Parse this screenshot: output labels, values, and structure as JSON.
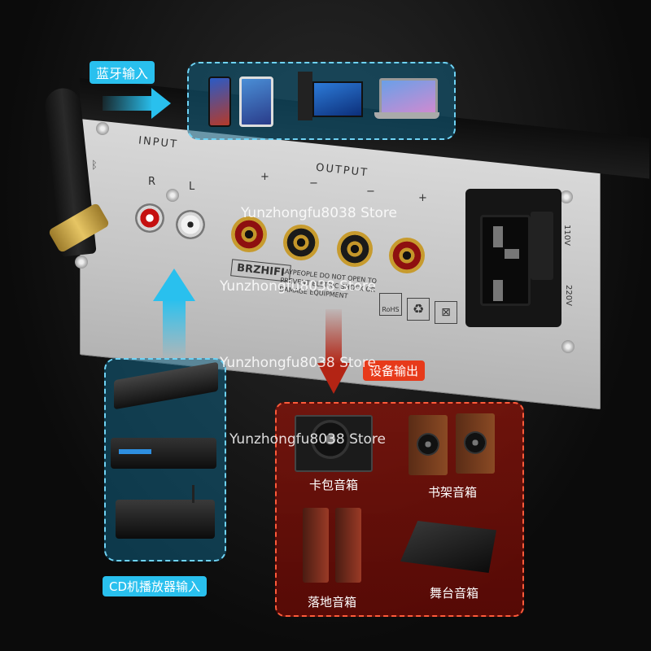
{
  "bluetooth_tag": "蓝牙输入",
  "input_label": "INPUT",
  "output_label": "OUTPUT",
  "channel_r": "R",
  "channel_l": "L",
  "plus": "+",
  "minus": "−",
  "brand": "BRZHIFI",
  "warning_text": "LAYPEOPLE DO NOT OPEN TO PREVENT ELETRIC SHOCK OR DAMAGE EQUIPMENT",
  "rohs": "RoHS",
  "voltage_110": "110V",
  "voltage_220": "220V",
  "device_output_tag": "设备输出",
  "cd_input_tag": "CD机播放器输入",
  "speakers": [
    {
      "label": "卡包音箱"
    },
    {
      "label": "书架音箱"
    },
    {
      "label": "落地音箱"
    },
    {
      "label": "舞台音箱"
    }
  ],
  "watermark": "Yunzhongfu8038 Store",
  "colors": {
    "accent_blue": "#29c0ee",
    "accent_red": "#e73a1a",
    "panel": "#cfcfcf"
  }
}
